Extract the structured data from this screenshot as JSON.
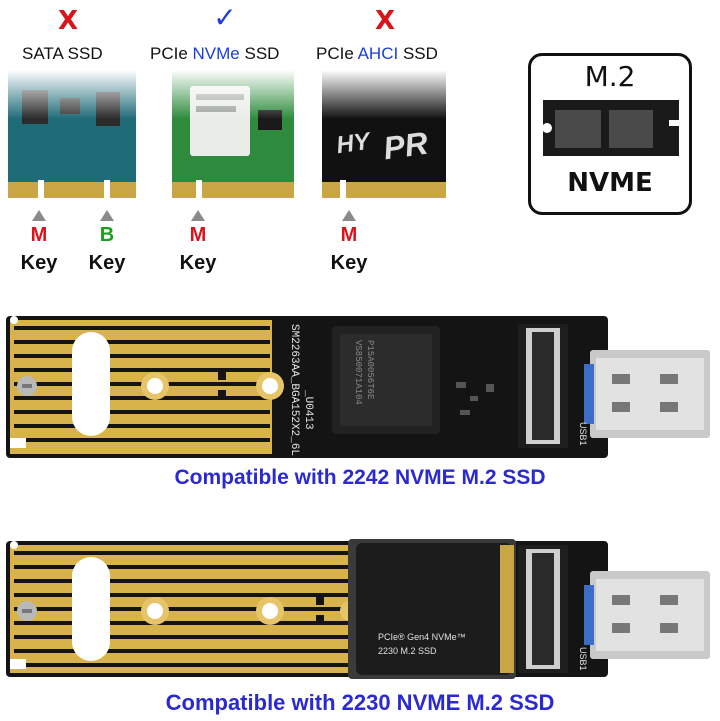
{
  "ssd_types": [
    {
      "mark": "X",
      "prefix": "SATA SSD",
      "highlight": "",
      "suffix": "",
      "supported": false
    },
    {
      "mark": "✓",
      "prefix": "PCIe ",
      "highlight": "NVMe",
      "suffix": " SSD",
      "supported": true
    },
    {
      "mark": "X",
      "prefix": "PCIe ",
      "highlight": "AHCI",
      "suffix": " SSD",
      "supported": false
    }
  ],
  "keys": [
    {
      "letter": "M",
      "word": "Key",
      "color": "#d9141b"
    },
    {
      "letter": "B",
      "word": "Key",
      "color": "#1aa01a"
    },
    {
      "letter": "M",
      "word": "Key",
      "color": "#d9141b"
    },
    {
      "letter": "M",
      "word": "Key",
      "color": "#d9141b"
    }
  ],
  "badge": {
    "title": "M.2",
    "subtitle": "NVME"
  },
  "boards": [
    {
      "silk": [
        "SM2263AA_BGA152X2_6L",
        "_U0413"
      ],
      "chip_text": "",
      "usb_label": "USB1",
      "caption": "Compatible with 2242 NVME M.2 SSD"
    },
    {
      "chip_line1": "PCIe® Gen4 NVMe™",
      "chip_line2": "2230 M.2 SSD",
      "usb_label": "USB1",
      "caption": "Compatible with 2230 NVME M.2 SSD"
    }
  ],
  "colors": {
    "accent": "#2a2ad0",
    "unsupported": "#d9141b",
    "supported": "#1a3fd6",
    "pcb": "#111111",
    "gold": "#d8b24a"
  }
}
